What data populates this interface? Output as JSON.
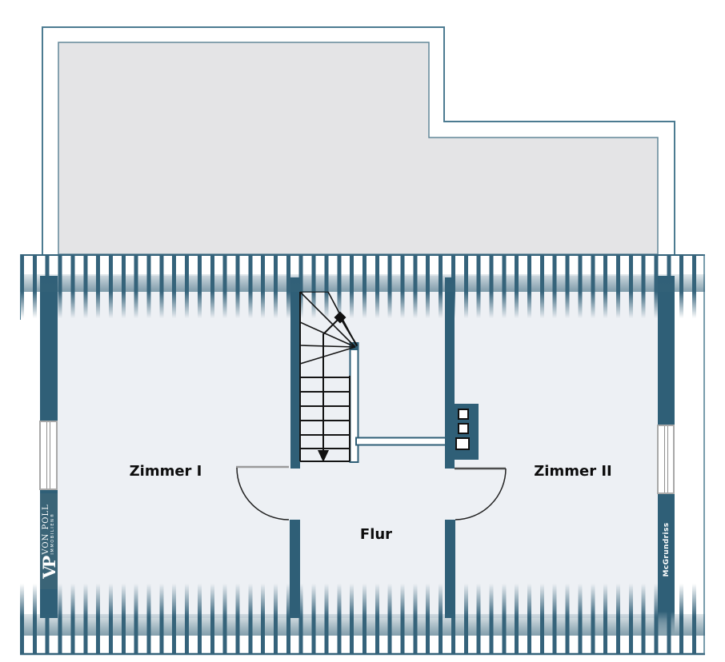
{
  "document": {
    "type": "floorplan",
    "floor_note": "attic storey floor plan with roof-slope hatching"
  },
  "rooms": [
    {
      "id": "zimmer-1",
      "label": "Zimmer I"
    },
    {
      "id": "zimmer-2",
      "label": "Zimmer II"
    },
    {
      "id": "flur",
      "label": "Flur"
    }
  ],
  "branding": {
    "vp_monogram": "VP",
    "vp_name": "VON POLL",
    "vp_sub": "IMMOBILIEN®",
    "watermark": "McGrundriss"
  },
  "theme": {
    "wall": "#2F5F77",
    "wall_light": "#3A6477",
    "stripe": "#35637B",
    "outline": "#4C7B91",
    "outline_soft": "#628799",
    "gray_fill": "#E4E4E6",
    "floor": "#EDF0F4",
    "ink": "#141414"
  }
}
